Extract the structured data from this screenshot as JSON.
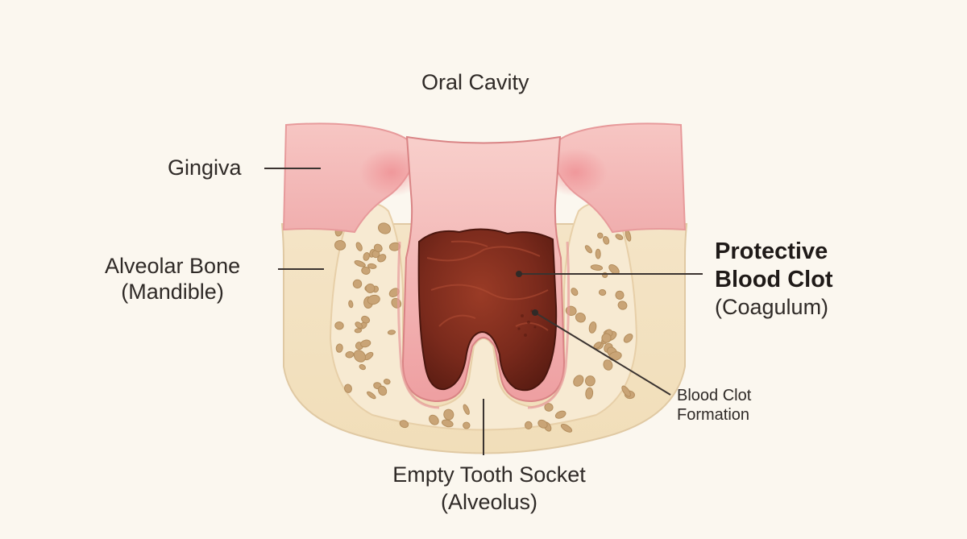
{
  "labels": {
    "oral_cavity": "Oral Cavity",
    "gingiva": "Gingiva",
    "alveolar_bone_line1": "Alveolar Bone",
    "alveolar_bone_line2": "(Mandible)",
    "clot_line1": "Protective",
    "clot_line2": "Blood Clot",
    "clot_line3": "(Coagulum)",
    "formation_line1": "Blood Clot",
    "formation_line2": "Formation",
    "socket_line1": "Empty Tooth Socket",
    "socket_line2": "(Alveolus)"
  },
  "colors": {
    "background": "#fbf7ef",
    "gingiva": "#f3b8b8",
    "bone": "#f3e2c4",
    "trabecular": "#c9a476",
    "clot": "#7a2a1c",
    "leader_line": "#3a3330"
  }
}
